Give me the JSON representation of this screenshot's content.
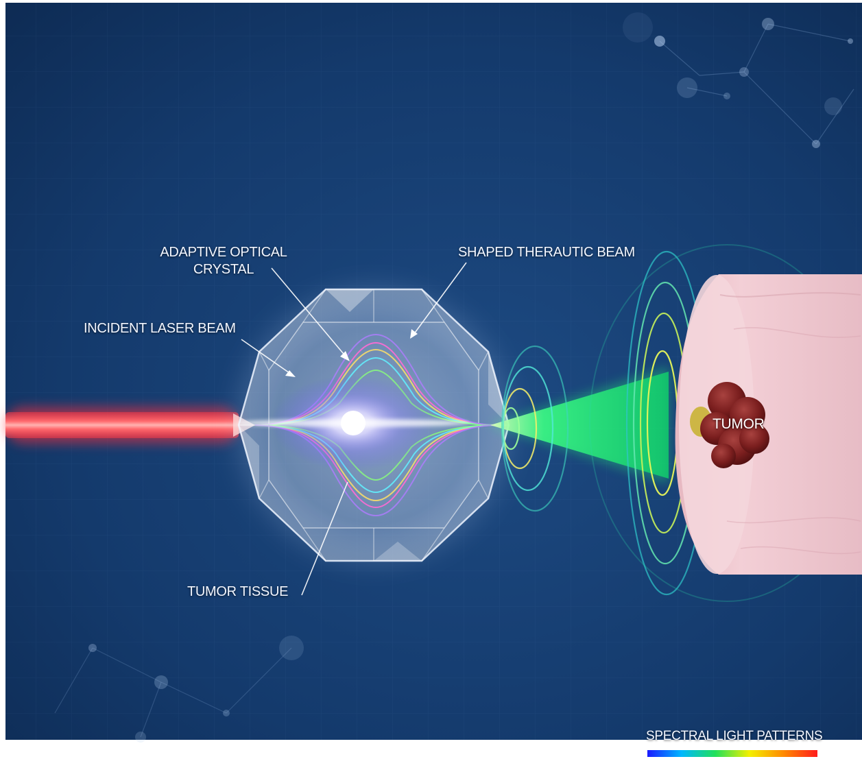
{
  "labels": {
    "adaptive_optical_crystal_line1": "ADAPTIVE OPTICAL",
    "adaptive_optical_crystal_line2": "CRYSTAL",
    "shaped_beam": "SHAPED THERAUTIC BEAM",
    "incident_laser_beam": "INCIDENT LASER BEAM",
    "tumor_tissue": "TUMOR TISSUE",
    "tumor": "TUMOR",
    "spectral_light_patterns": "SPECTRAL LIGHT PATTERNS"
  },
  "colors": {
    "background": "#10305c",
    "laser": "#ff4a52",
    "beam": "#2cff7a",
    "tissue": "#efc4cc",
    "tumor": "#7a1c1c",
    "text": "#f2f6ff"
  },
  "icons": {
    "source": "laser-beam",
    "optic": "crystal",
    "target": "tissue-cylinder",
    "legend": "spectrum-bar"
  }
}
